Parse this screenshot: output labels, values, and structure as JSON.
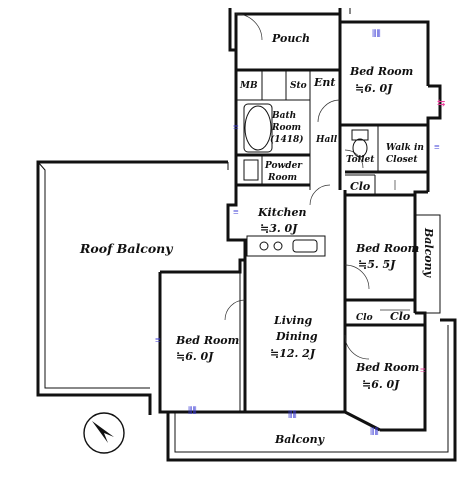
{
  "rooms": {
    "pouch": "Pouch",
    "mb": "MB",
    "sto": "Sto",
    "ent": "Ent",
    "bed_top_name": "Bed Room",
    "bed_top_size": "≒6. 0J",
    "bath_name": "Bath",
    "bath_name2": "Room",
    "bath_size": "(1418)",
    "hall": "Hall",
    "toilet": "Toilet",
    "walkin1": "Walk in",
    "walkin2": "Closet",
    "powder1": "Powder",
    "powder2": "Room",
    "clo_top": "Clo",
    "kitchen_name": "Kitchen",
    "kitchen_size": "≒3. 0J",
    "roof_balcony": "Roof Balcony",
    "bed_mid_name": "Bed Room",
    "bed_mid_size": "≒5. 5J",
    "balcony_side": "Balcony",
    "clo_mid1": "Clo",
    "clo_mid2": "Clo",
    "bed_left_name": "Bed Room",
    "bed_left_size": "≒6. 0J",
    "living1": "Living",
    "living2": "Dining",
    "living_size": "≒12. 2J",
    "bed_right_name": "Bed Room",
    "bed_right_size": "≒6. 0J",
    "balcony_bottom": "Balcony"
  },
  "colors": {
    "window_marker_blue": "#3a3ad6",
    "window_marker_pink": "#e8409a",
    "wall": "#111111"
  },
  "icons": {
    "compass": "north-compass-icon"
  }
}
